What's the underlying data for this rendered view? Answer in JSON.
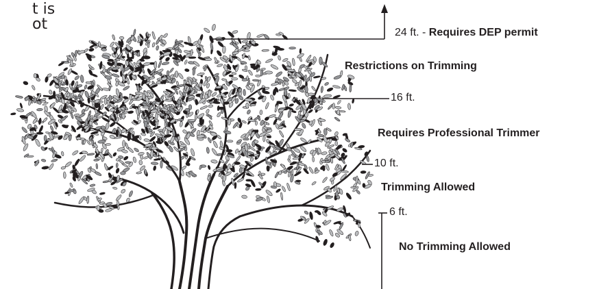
{
  "intro_fragment": {
    "line1": "t is",
    "line2": "ot"
  },
  "height_markers": {
    "h24": {
      "value": "24 ft.",
      "separator": " - ",
      "note": "Requires DEP permit"
    },
    "h16": {
      "value": "16 ft."
    },
    "h10": {
      "value": "10 ft."
    },
    "h6": {
      "value": "6 ft."
    }
  },
  "zones": {
    "above_16": "Restrictions on Trimming",
    "from_10_to_16": "Requires Professional Trimmer",
    "from_6_to_10": "Trimming Allowed",
    "below_6": "No Trimming Allowed"
  },
  "colors": {
    "ink": "#231f20",
    "leaf_light": "#bcbec0",
    "leaf_mid": "#939598",
    "leaf_dark": "#231f20"
  },
  "icons": {
    "arrow": "arrow-up-icon",
    "tree": "tree-illustration"
  }
}
